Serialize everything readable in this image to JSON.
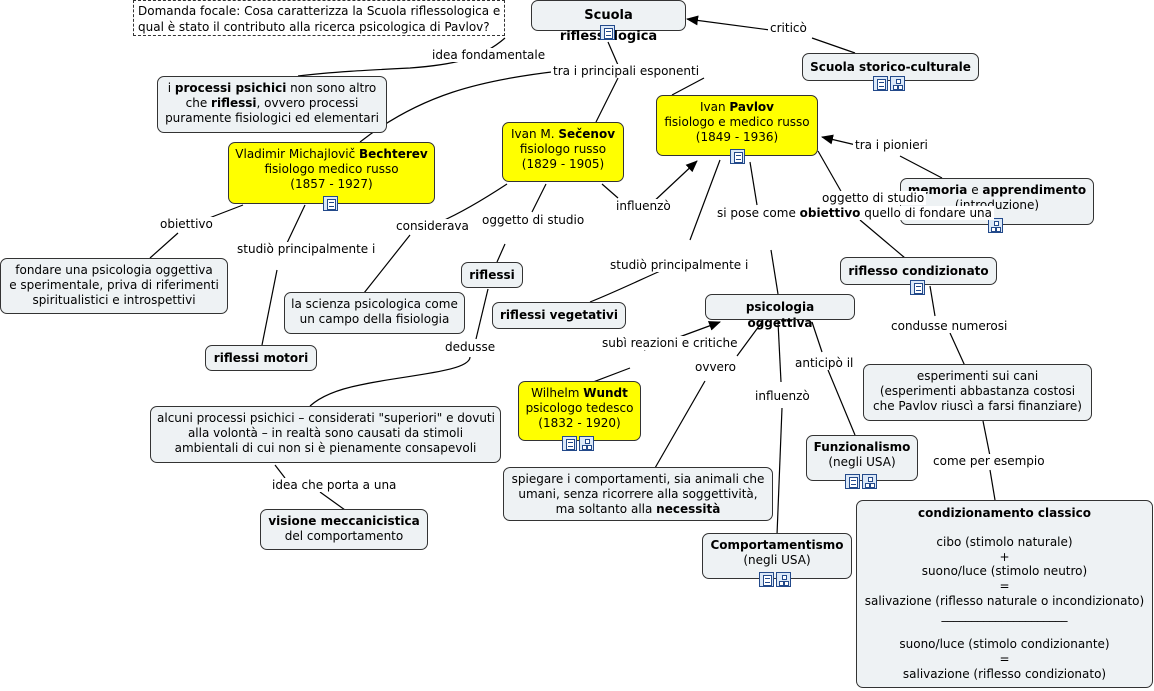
{
  "focus_question": {
    "line1": "Domanda focale: Cosa caratterizza la Scuola riflessologica e",
    "line2": "qual è stato il contributo alla ricerca psicologica di Pavlov?"
  },
  "concepts": {
    "scuola_riflessologica": "Scuola riflessologica",
    "scuola_storico_culturale": "Scuola storico-culturale",
    "processi_psichici": {
      "l1_pre": "i ",
      "l1_bold": "processi psichici",
      "l1_post": " non sono altro",
      "l2_pre": "che  ",
      "l2_bold": "riflessi",
      "l2_post": ", ovvero processi",
      "l3": "puramente fisiologici ed elementari"
    },
    "bechterev": {
      "l1_pre": "Vladimir Michajlovič ",
      "l1_bold": "Bechterev",
      "l2": "fisiologo medico russo",
      "l3": "(1857 - 1927)"
    },
    "secenov": {
      "l1_pre": "Ivan M. ",
      "l1_bold": "Sečenov",
      "l2": "fisiologo russo",
      "l3": "(1829 - 1905)"
    },
    "pavlov": {
      "l1_pre": "Ivan ",
      "l1_bold": "Pavlov",
      "l2": "fisiologo e medico russo",
      "l3": "(1849 - 1936)"
    },
    "memoria": {
      "l1_bold1": "memoria",
      "l1_mid": " e ",
      "l1_bold2": "apprendimento",
      "l2": "(introduzione)"
    },
    "psicologia_oggettiva_obiettivo": {
      "l1": "fondare una psicologia oggettiva",
      "l2": "e sperimentale, priva di riferimenti",
      "l3": "spiritualistici e introspettivi"
    },
    "scienza_psicologica": {
      "l1": "la scienza psicologica come",
      "l2": "un campo della fisiologia"
    },
    "riflessi": "riflessi",
    "riflessi_vegetativi": "riflessi vegetativi",
    "riflessi_motori": "riflessi motori",
    "riflesso_condizionato": "riflesso condizionato",
    "psicologia_oggettiva": "psicologia oggettiva",
    "esperimenti": {
      "l1": "esperimenti sui cani",
      "l2": "(esperimenti abbastanza costosi",
      "l3": "che Pavlov riuscì a farsi finanziare)"
    },
    "processi_superiori": {
      "l1": "alcuni processi psichici – considerati \"superiori\" e dovuti",
      "l2": "alla volontà – in realtà sono causati da stimoli",
      "l3": "ambientali di cui non si è pienamente consapevoli"
    },
    "wundt": {
      "l1_pre": "Wilhelm ",
      "l1_bold": "Wundt",
      "l2": "psicologo tedesco",
      "l3": "(1832 - 1920)"
    },
    "funzionalismo": {
      "l1": "Funzionalismo",
      "l2": "(negli USA)"
    },
    "spiegare": {
      "l1": "spiegare i comportamenti, sia animali che",
      "l2": "umani, senza ricorrere alla soggettività,",
      "l3_pre": "ma soltanto alla ",
      "l3_bold": "necessità"
    },
    "visione": {
      "l1": "visione meccanicistica",
      "l2": "del comportamento"
    },
    "comportamentismo": {
      "l1": "Comportamentismo",
      "l2": "(negli USA)"
    },
    "condizionamento": {
      "title": "condizionamento classico",
      "l1": "cibo (stimolo naturale)",
      "l2": "+",
      "l3": "suono/luce (stimolo neutro)",
      "l4": "=",
      "l5": "salivazione (riflesso naturale o incondizionato)",
      "l6": "_____________________",
      "l7": "suono/luce (stimolo condizionante)",
      "l8": "=",
      "l9": "salivazione (riflesso condizionato)"
    }
  },
  "links": {
    "critico": "criticò",
    "idea_fondamentale": "idea fondamentale",
    "tra_principali": "tra i principali esponenti",
    "tra_pionieri": "tra i pionieri",
    "obiettivo": "obiettivo",
    "studio_princ_1": {
      "l1": "studiò",
      "l2": "principalmente i"
    },
    "considerava": "considerava",
    "oggetto_studio_1": {
      "l1": "oggetto di",
      "l2": "studio"
    },
    "influenzo_1": "influenzò",
    "si_pose": {
      "l1": "si pose come",
      "l2_bold": "obiettivo",
      "l2_post": " quello",
      "l3": "di fondare una"
    },
    "oggetto_studio_2": {
      "l1": "oggetto di",
      "l2": "studio"
    },
    "studio_princ_2": {
      "l1": "studiò",
      "l2": "principalmente i"
    },
    "dedusse": "dedusse",
    "subi": {
      "l1": "subì reazioni",
      "l2": "e critiche"
    },
    "ovvero": "ovvero",
    "influenzo_2": "influenzò",
    "anticipo": "anticipò il",
    "condusse": "condusse numerosi",
    "come_esempio": "come per esempio",
    "idea_porta": "idea che porta a una"
  },
  "icons": [
    "note-icon",
    "concept-map-icon"
  ]
}
